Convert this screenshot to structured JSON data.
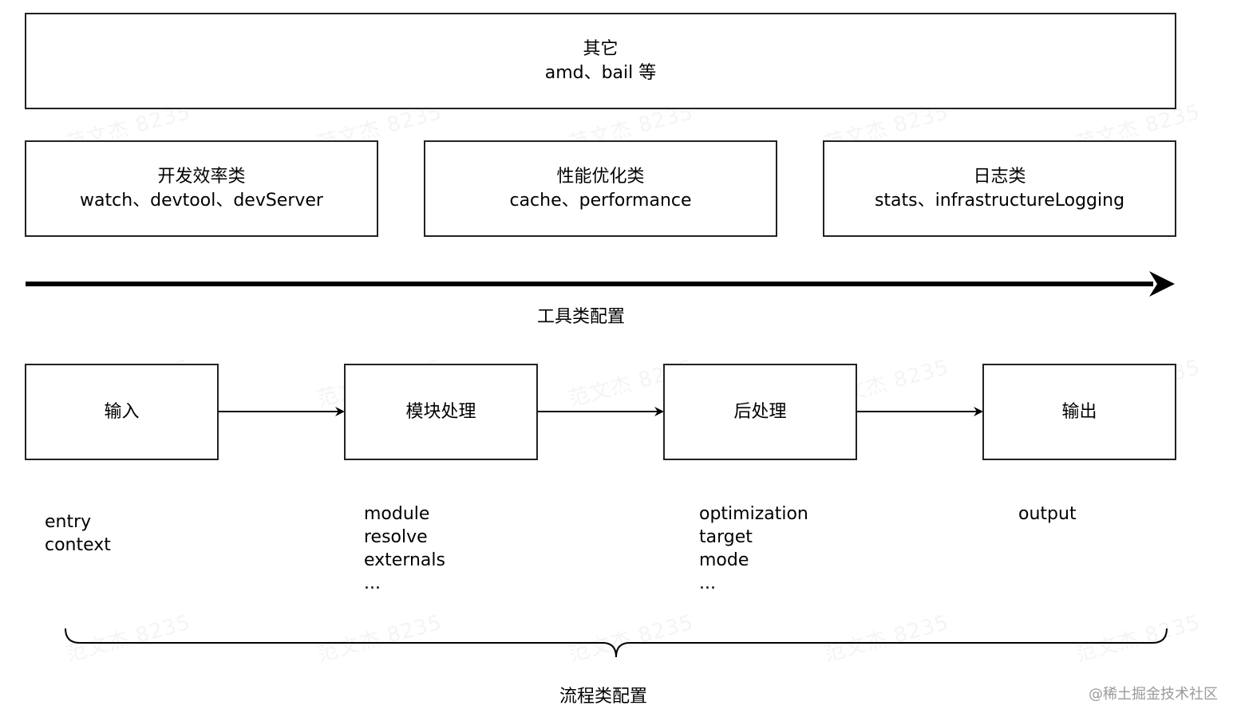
{
  "top_box": {
    "title": "其它",
    "subtitle": "amd、bail 等"
  },
  "tool_boxes": [
    {
      "title": "开发效率类",
      "subtitle": "watch、devtool、devServer"
    },
    {
      "title": "性能优化类",
      "subtitle": "cache、performance"
    },
    {
      "title": "日志类",
      "subtitle": "stats、infrastructureLogging"
    }
  ],
  "tool_axis_label": "工具类配置",
  "flow_steps": [
    {
      "title": "输入",
      "options": [
        "entry",
        "context"
      ]
    },
    {
      "title": "模块处理",
      "options": [
        "module",
        "resolve",
        "externals",
        "..."
      ]
    },
    {
      "title": "后处理",
      "options": [
        "optimization",
        "target",
        "mode",
        "..."
      ]
    },
    {
      "title": "输出",
      "options": [
        "output"
      ]
    }
  ],
  "flow_label": "流程类配置",
  "watermark_text": "范文杰 8235",
  "credit": "@稀土掘金技术社区"
}
